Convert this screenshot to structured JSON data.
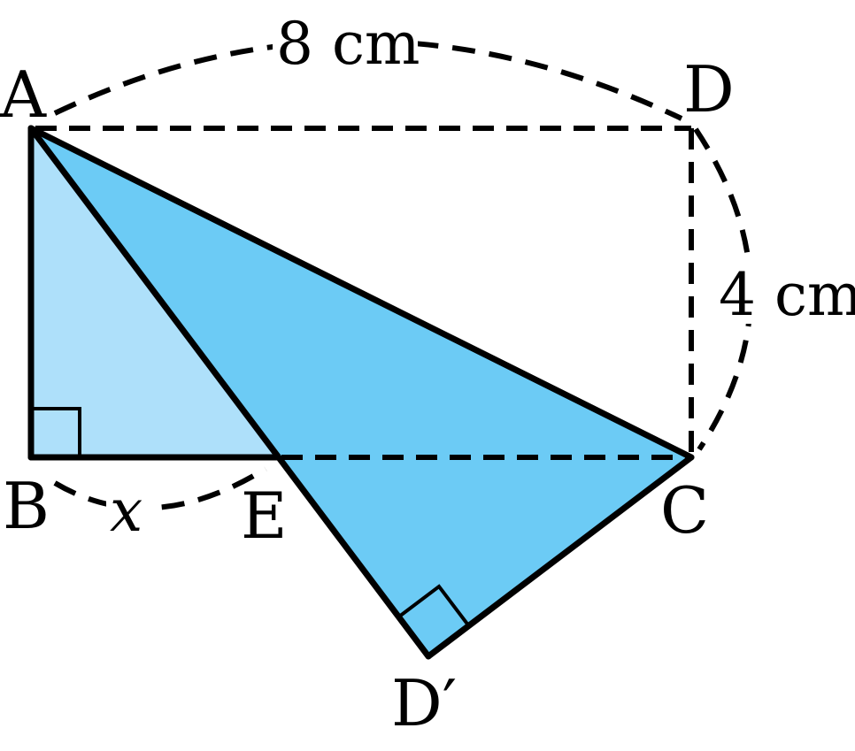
{
  "points": {
    "A": "A",
    "B": "B",
    "C": "C",
    "D": "D",
    "E": "E",
    "D_prime": "D′"
  },
  "measures": {
    "top": "8 cm",
    "right": "4 cm",
    "bottom": "x"
  },
  "colors": {
    "light_fill": "#aee0fa",
    "main_fill": "#6ccbf5",
    "stroke": "#000000"
  }
}
